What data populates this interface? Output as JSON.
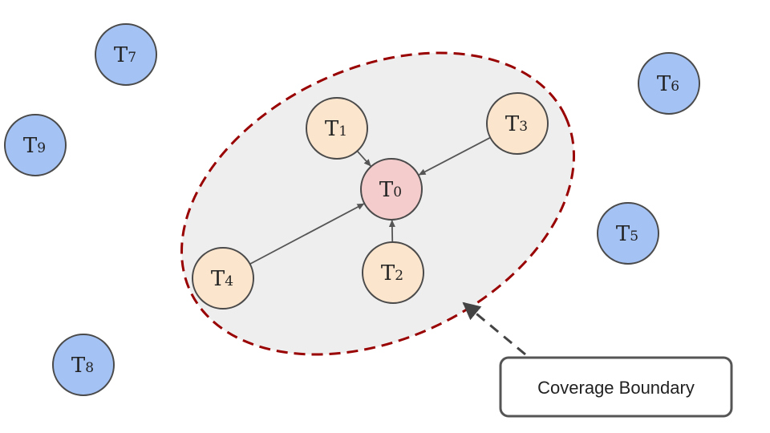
{
  "colors": {
    "blue_fill": "#a4c2f4",
    "peach_fill": "#fce5cd",
    "pink_fill": "#f4cccc",
    "node_stroke": "#4a4a4a",
    "boundary_stroke": "#990000",
    "boundary_fill": "#eeeeee",
    "edge": "#555555"
  },
  "nodes": [
    {
      "id": "T0",
      "base": "T",
      "sub": "0",
      "group": "center"
    },
    {
      "id": "T1",
      "base": "T",
      "sub": "1",
      "group": "inner"
    },
    {
      "id": "T2",
      "base": "T",
      "sub": "2",
      "group": "inner"
    },
    {
      "id": "T3",
      "base": "T",
      "sub": "3",
      "group": "inner"
    },
    {
      "id": "T4",
      "base": "T",
      "sub": "4",
      "group": "inner"
    },
    {
      "id": "T5",
      "base": "T",
      "sub": "5",
      "group": "outer"
    },
    {
      "id": "T6",
      "base": "T",
      "sub": "6",
      "group": "outer"
    },
    {
      "id": "T7",
      "base": "T",
      "sub": "7",
      "group": "outer"
    },
    {
      "id": "T8",
      "base": "T",
      "sub": "8",
      "group": "outer"
    },
    {
      "id": "T9",
      "base": "T",
      "sub": "9",
      "group": "outer"
    }
  ],
  "edges": [
    {
      "from": "T1",
      "to": "T0"
    },
    {
      "from": "T3",
      "to": "T0"
    },
    {
      "from": "T4",
      "to": "T0"
    },
    {
      "from": "T2",
      "to": "T0"
    }
  ],
  "callout": {
    "label": "Coverage Boundary"
  }
}
